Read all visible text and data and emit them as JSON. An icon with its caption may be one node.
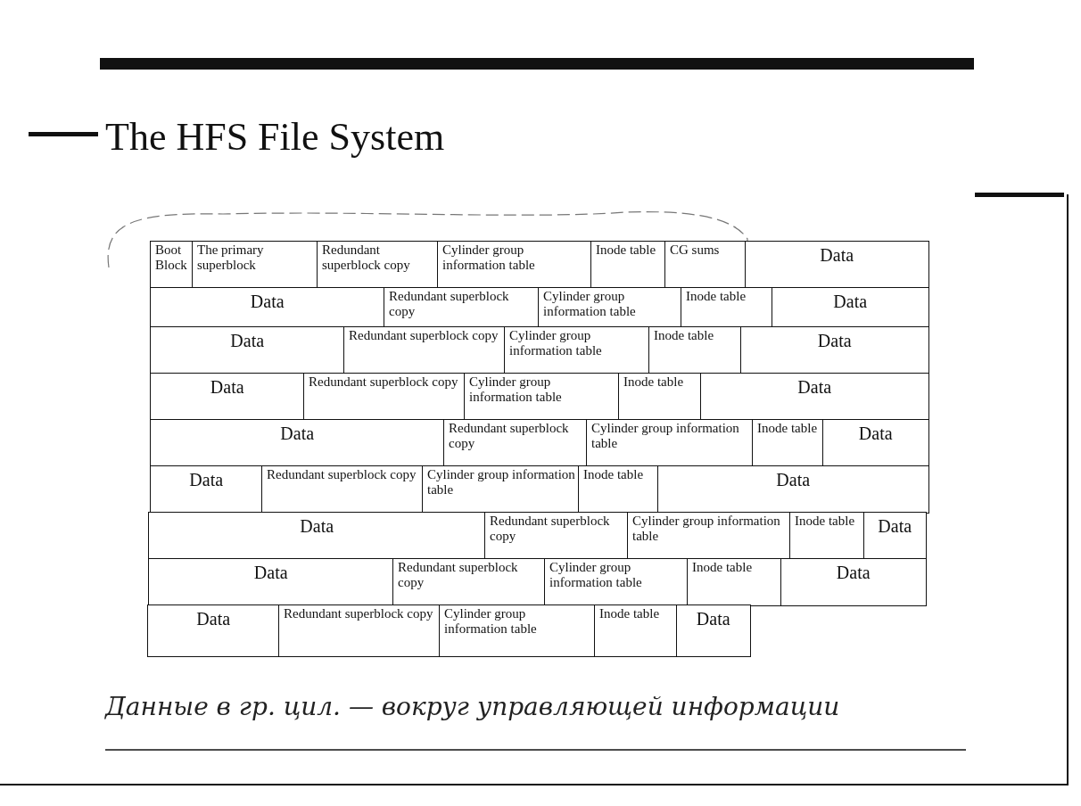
{
  "diagram": {
    "title": "The HFS File System",
    "nodes": [
      {
        "text": [
          "Boot Block"
        ]
      },
      {
        "text": [
          "The primary superblock"
        ]
      },
      {
        "text": [
          "Redundant superblock copy"
        ]
      },
      {
        "text": [
          "Cylinder group information table"
        ]
      },
      {
        "text": [
          "Inode table"
        ]
      },
      {
        "text": [
          "CG sums"
        ]
      },
      {
        "text": [
          "Data"
        ]
      },
      {
        "text": [
          "Data"
        ]
      },
      {
        "text": [
          "Redundant superblock copy"
        ]
      },
      {
        "text": [
          "Cylinder group information table"
        ]
      },
      {
        "text": [
          "Inode table"
        ]
      },
      {
        "text": [
          "Data"
        ]
      },
      {
        "text": [
          "Data"
        ]
      },
      {
        "text": [
          "Redundant superblock copy"
        ]
      },
      {
        "text": [
          "Cylinder group information table"
        ]
      },
      {
        "text": [
          "Inode table"
        ]
      },
      {
        "text": [
          "Data"
        ]
      },
      {
        "text": [
          "Data"
        ]
      },
      {
        "text": [
          "Redundant superblock copy"
        ]
      },
      {
        "text": [
          "Cylinder group information table"
        ]
      },
      {
        "text": [
          "Inode table"
        ]
      },
      {
        "text": [
          "Data"
        ]
      },
      {
        "text": [
          "Data"
        ]
      },
      {
        "text": [
          "Redundant superblock copy"
        ]
      },
      {
        "text": [
          "Cylinder group information table"
        ]
      },
      {
        "text": [
          "Inode table"
        ]
      },
      {
        "text": [
          "Data"
        ]
      },
      {
        "text": [
          "Data"
        ]
      },
      {
        "text": [
          "Redundant superblock copy"
        ]
      },
      {
        "text": [
          "Cylinder group information table"
        ]
      },
      {
        "text": [
          "Inode table"
        ]
      },
      {
        "text": [
          "Data"
        ]
      },
      {
        "text": [
          "Data"
        ]
      },
      {
        "text": [
          "Redundant superblock copy"
        ]
      },
      {
        "text": [
          "Cylinder group information table"
        ]
      },
      {
        "text": [
          "Inode table"
        ]
      },
      {
        "text": [
          "Data"
        ]
      },
      {
        "text": [
          "Data"
        ]
      },
      {
        "text": [
          "Redundant superblock copy"
        ]
      },
      {
        "text": [
          "Cylinder group information table"
        ]
      },
      {
        "text": [
          "Inode table"
        ]
      },
      {
        "text": [
          "Data"
        ]
      },
      {
        "text": [
          "Data"
        ]
      },
      {
        "text": [
          "Redundant superblock copy"
        ]
      },
      {
        "text": [
          "Cylinder group information table"
        ]
      },
      {
        "text": [
          "Inode table"
        ]
      },
      {
        "text": [
          "Data"
        ]
      }
    ],
    "edges": [],
    "labels": [
      "Данные в гр. цил. — вокруг управляющей информации"
    ]
  }
}
